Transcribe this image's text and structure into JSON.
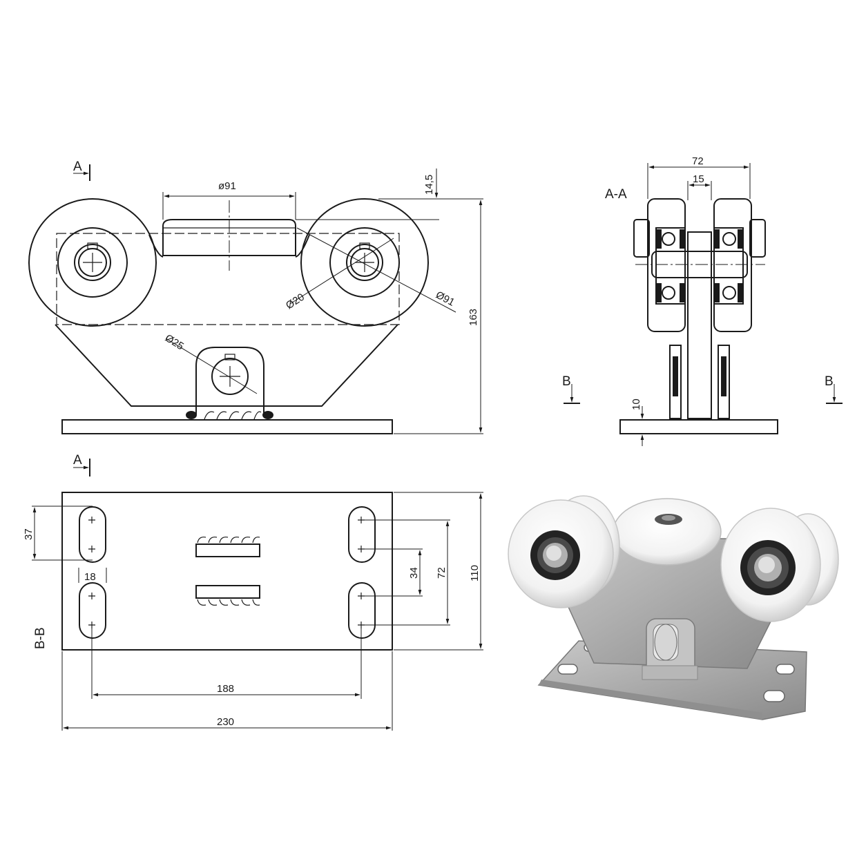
{
  "views": {
    "section_a_label": "A-A",
    "section_b_label": "B-B",
    "cut_a_letter": "A",
    "cut_b_letter": "B"
  },
  "front_view": {
    "dim_top_wheel": "ø91",
    "dim_offset": "14,5",
    "dim_axle": "Ø20",
    "dim_wheel": "Ø91",
    "dim_mount": "Ø25",
    "dim_height": "163"
  },
  "section_view": {
    "dim_width": "72",
    "dim_plate": "15",
    "dim_base": "10"
  },
  "plan_view": {
    "dim_slot_len": "37",
    "dim_slot_gap": "18",
    "dim_inner": "34",
    "dim_outer": "72",
    "dim_height": "110",
    "dim_holes": "188",
    "dim_length": "230"
  },
  "colors": {
    "line": "#1a1a1a",
    "wheel_white": "#f7f7f7",
    "steel": "#a9a9a9",
    "bearing": "#2b2b2b"
  }
}
